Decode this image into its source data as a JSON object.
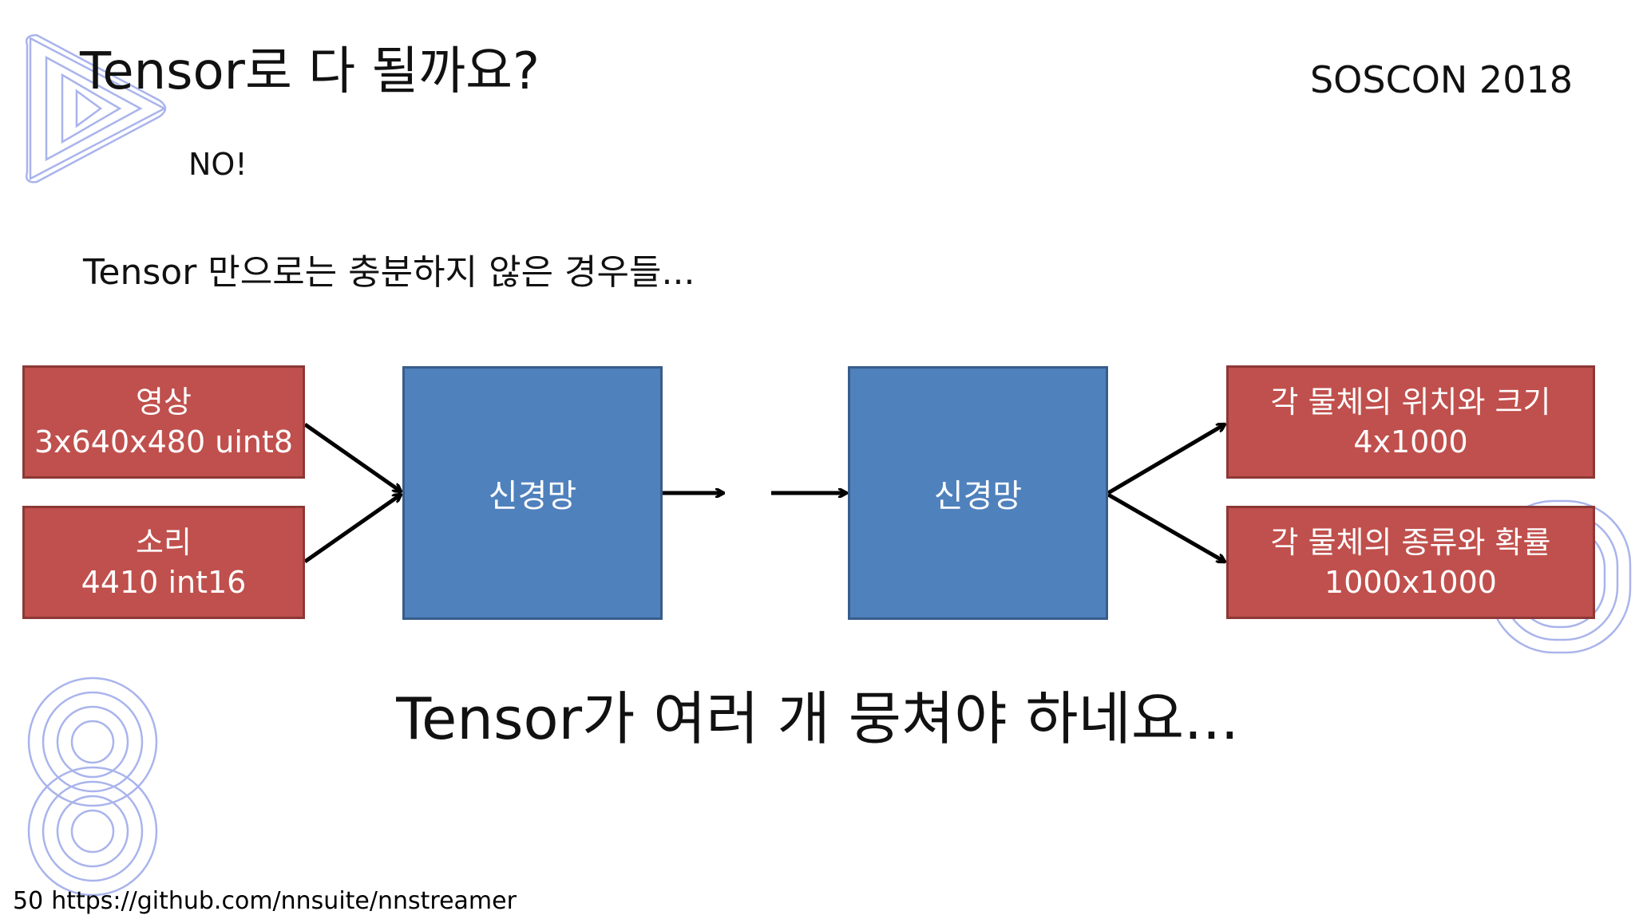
{
  "slide": {
    "title": "Tensor로 다 될까요?",
    "event": "SOSCON 2018",
    "answer": "NO!",
    "subtitle": "Tensor 만으로는 충분하지 않은 경우들...",
    "conclusion": "Tensor가 여러 개 뭉쳐야 하네요...",
    "page_number": "50",
    "link": "https://github.com/nnsuite/nnstreamer"
  },
  "diagram": {
    "inputs": [
      {
        "name": "영상",
        "shape": "3x640x480 uint8"
      },
      {
        "name": "소리",
        "shape": "4410 int16"
      }
    ],
    "networks": [
      {
        "label": "신경망"
      },
      {
        "label": "신경망"
      }
    ],
    "outputs": [
      {
        "name": "각 물체의 위치와 크기",
        "shape": "4x1000"
      },
      {
        "name": "각 물체의 종류와 확률",
        "shape": "1000x1000"
      }
    ]
  },
  "colors": {
    "input_box": "#c0504d",
    "network_box": "#4f81bd",
    "decor_lines": "#7b8fe0"
  }
}
